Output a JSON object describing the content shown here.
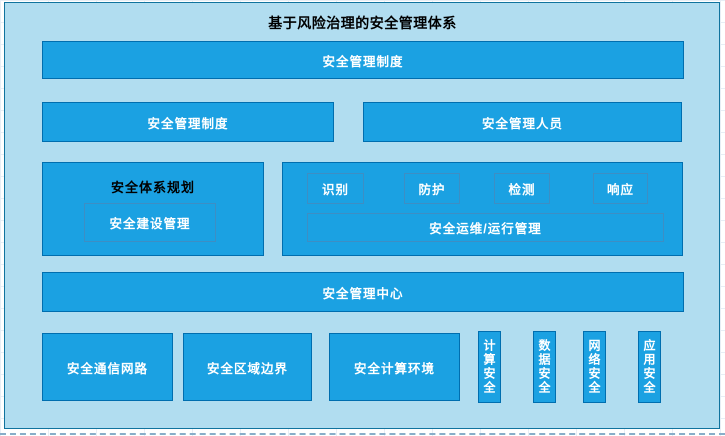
{
  "diagram": {
    "title": "基于风险治理的安全管理体系",
    "colors": {
      "canvas_fill": "#B1DDF0",
      "canvas_stroke": "#10739E",
      "node_fill": "#1BA1E2",
      "node_stroke": "#006EAF",
      "node_text": "#FFFFFF",
      "title_text": "#000000"
    },
    "row1": {
      "label": "安全管理制度"
    },
    "row2": {
      "left": "安全管理制度",
      "right": "安全管理人员"
    },
    "row3": {
      "left_panel": {
        "title": "安全体系规划",
        "inner": "安全建设管理"
      },
      "right_panel": {
        "top_boxes": [
          "识别",
          "防护",
          "检测",
          "响应"
        ],
        "bottom": "安全运维/运行管理"
      }
    },
    "row4": {
      "label": "安全管理中心"
    },
    "row5": {
      "wide_boxes": [
        "安全通信网路",
        "安全区域边界",
        "安全计算环境"
      ],
      "vertical_boxes": [
        "计算安全",
        "数据安全",
        "网络安全",
        "应用安全"
      ]
    }
  }
}
